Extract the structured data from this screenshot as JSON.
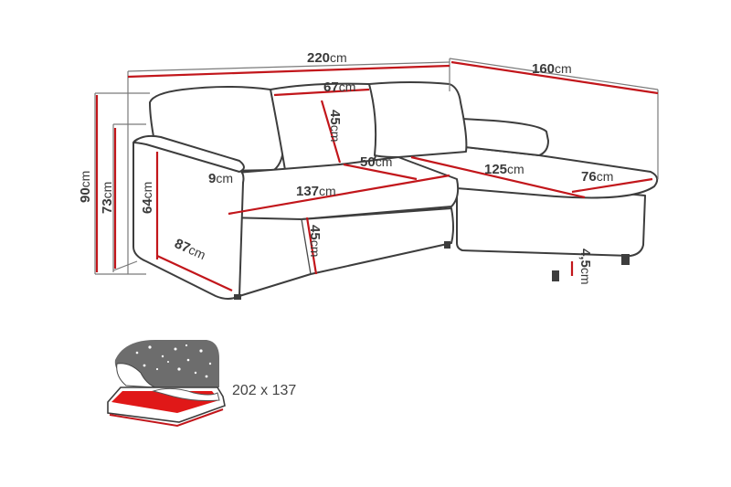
{
  "colors": {
    "dimension_line": "#c2161b",
    "outline": "#3d3d3d",
    "label_text": "#3a3a3a",
    "mattress_fill": "#e01818",
    "night_sky": "#6d6d6d"
  },
  "dimensions": {
    "total_width": {
      "value": "220",
      "unit": "cm"
    },
    "chaise_length": {
      "value": "160",
      "unit": "cm"
    },
    "back_cushion_width": {
      "value": "67",
      "unit": "cm"
    },
    "back_cushion_height": {
      "value": "45",
      "unit": "cm"
    },
    "total_height": {
      "value": "90",
      "unit": "cm"
    },
    "backrest_height": {
      "value": "73",
      "unit": "cm"
    },
    "armrest_height": {
      "value": "64",
      "unit": "cm"
    },
    "armrest_width": {
      "value": "9",
      "unit": "cm"
    },
    "seat_width": {
      "value": "137",
      "unit": "cm"
    },
    "seat_depth": {
      "value": "50",
      "unit": "cm"
    },
    "chaise_seat_length": {
      "value": "125",
      "unit": "cm"
    },
    "chaise_width": {
      "value": "76",
      "unit": "cm"
    },
    "seat_height": {
      "value": "45",
      "unit": "cm"
    },
    "depth": {
      "value": "87",
      "unit": "cm"
    },
    "leg_height": {
      "value": "4,5",
      "unit": "cm"
    }
  },
  "sleeping_area": {
    "label": "202 x 137",
    "icon": "bed-night-icon"
  }
}
